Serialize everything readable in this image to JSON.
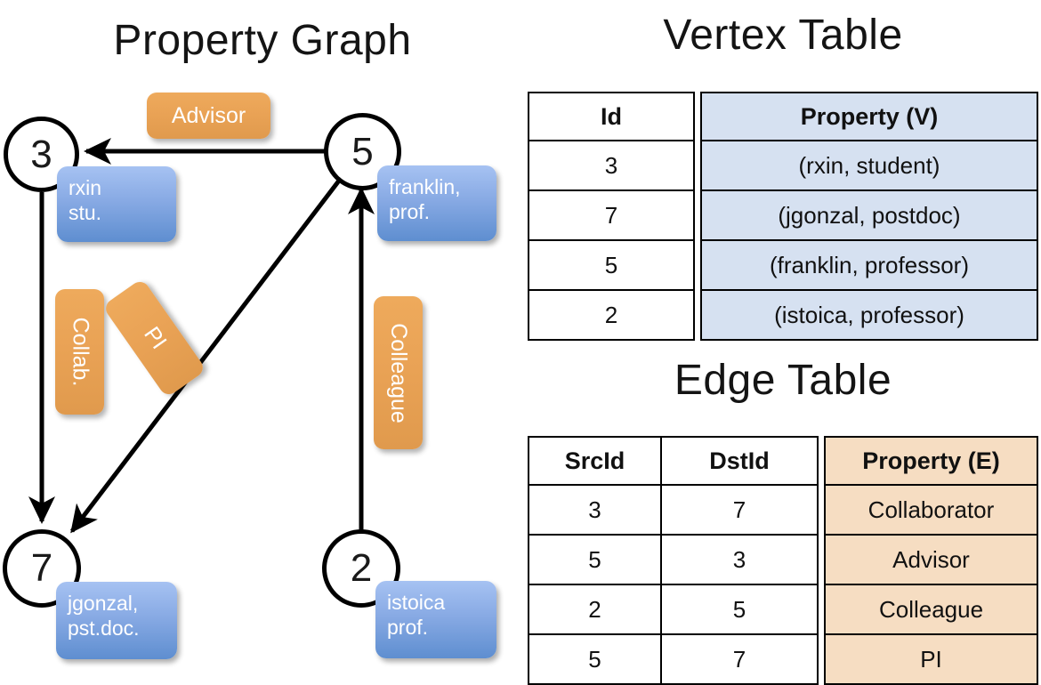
{
  "titles": {
    "property_graph": "Property Graph",
    "vertex_table": "Vertex Table",
    "edge_table": "Edge Table"
  },
  "colors": {
    "vertex_fill": "#d6e1f1",
    "edge_fill": "#f6ddc2",
    "property_box": "#88aae4",
    "edge_label_box": "#e9a255",
    "stroke": "#000000",
    "background": "#ffffff"
  },
  "graph": {
    "nodes": [
      {
        "id": "3",
        "label": "3",
        "property_lines": [
          "rxin",
          "stu."
        ]
      },
      {
        "id": "5",
        "label": "5",
        "property_lines": [
          "franklin,",
          "prof."
        ]
      },
      {
        "id": "7",
        "label": "7",
        "property_lines": [
          "jgonzal,",
          "pst.doc."
        ]
      },
      {
        "id": "2",
        "label": "2",
        "property_lines": [
          "istoica",
          "prof."
        ]
      }
    ],
    "edge_labels": [
      {
        "name": "advisor",
        "text": "Advisor"
      },
      {
        "name": "collab",
        "text": "Collab."
      },
      {
        "name": "pi",
        "text": "PI"
      },
      {
        "name": "colleague",
        "text": "Colleague"
      }
    ],
    "edges": [
      {
        "src": "5",
        "dst": "3",
        "label": "Advisor"
      },
      {
        "src": "3",
        "dst": "7",
        "label": "Collab."
      },
      {
        "src": "5",
        "dst": "7",
        "label": "PI"
      },
      {
        "src": "2",
        "dst": "5",
        "label": "Colleague"
      }
    ]
  },
  "vertex_table": {
    "headers": [
      "Id",
      "Property (V)"
    ],
    "rows": [
      {
        "id": "3",
        "property": "(rxin, student)"
      },
      {
        "id": "7",
        "property": "(jgonzal, postdoc)"
      },
      {
        "id": "5",
        "property": "(franklin, professor)"
      },
      {
        "id": "2",
        "property": "(istoica, professor)"
      }
    ]
  },
  "edge_table": {
    "headers": [
      "SrcId",
      "DstId",
      "Property (E)"
    ],
    "rows": [
      {
        "src": "3",
        "dst": "7",
        "property": "Collaborator"
      },
      {
        "src": "5",
        "dst": "3",
        "property": "Advisor"
      },
      {
        "src": "2",
        "dst": "5",
        "property": "Colleague"
      },
      {
        "src": "5",
        "dst": "7",
        "property": "PI"
      }
    ]
  }
}
